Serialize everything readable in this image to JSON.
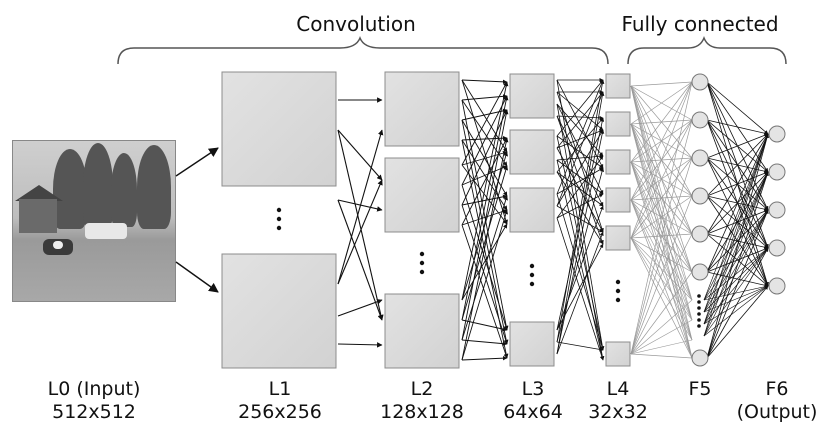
{
  "sections": {
    "convolution": "Convolution",
    "fully_connected": "Fully connected"
  },
  "layers": [
    {
      "id": "l0",
      "name": "L0 (Input)",
      "size": "512x512"
    },
    {
      "id": "l1",
      "name": "L1",
      "size": "256x256"
    },
    {
      "id": "l2",
      "name": "L2",
      "size": "128x128"
    },
    {
      "id": "l3",
      "name": "L3",
      "size": "64x64"
    },
    {
      "id": "l4",
      "name": "L4",
      "size": "32x32"
    },
    {
      "id": "f5",
      "name": "F5",
      "size": ""
    },
    {
      "id": "f6",
      "name": "F6",
      "size": "(Output)"
    }
  ],
  "colors": {
    "map_fill": "#dcdcdc",
    "map_border": "#8c8c8c",
    "line": "#111111",
    "fc_line": "#9a9a9a",
    "bracket": "#555555"
  }
}
